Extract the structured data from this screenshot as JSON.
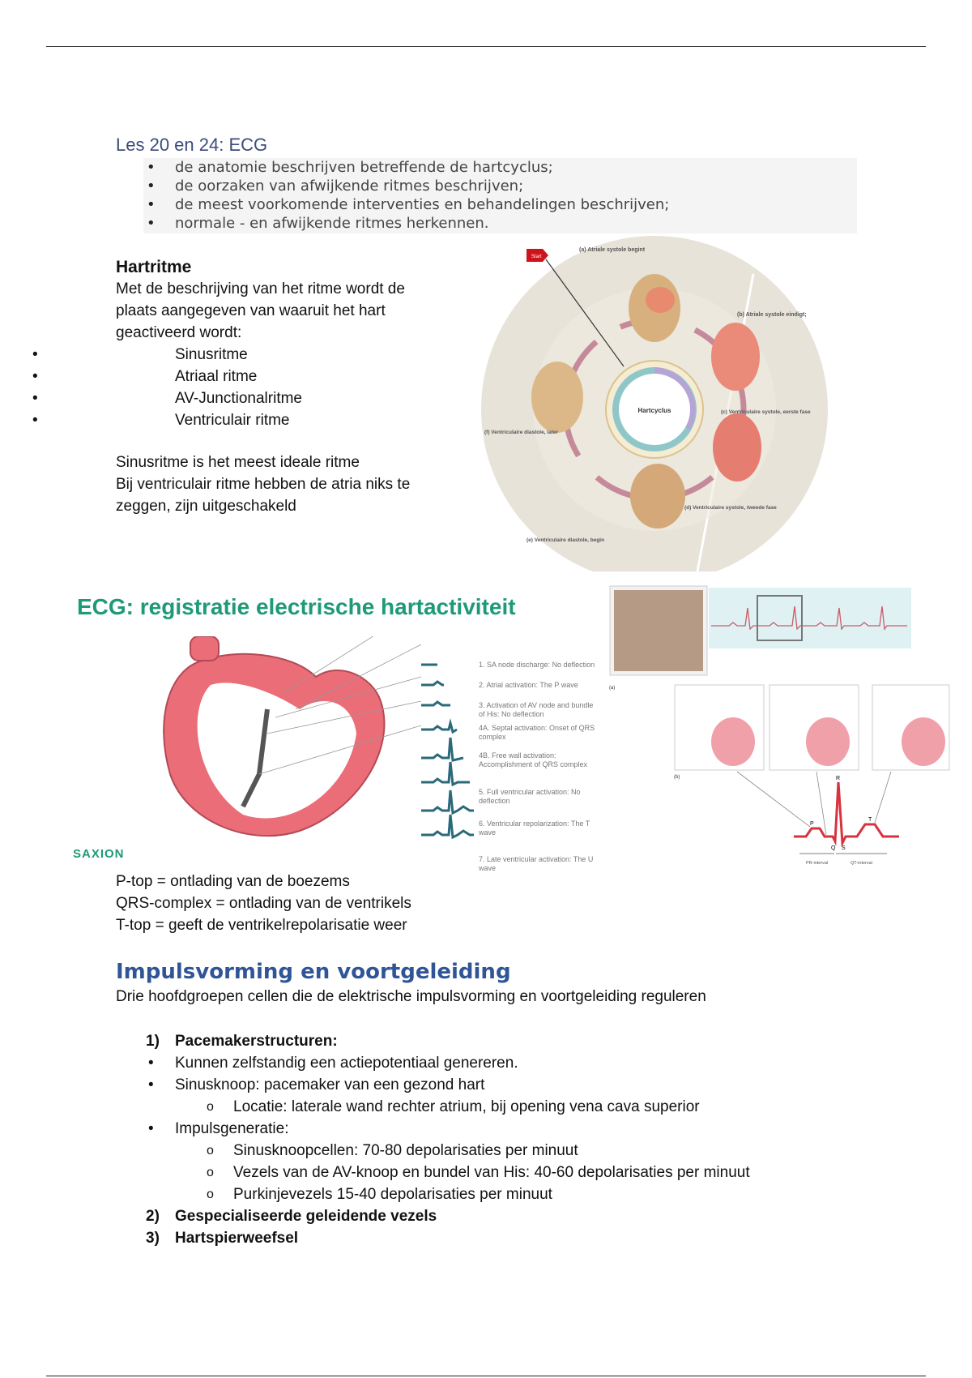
{
  "lesson": {
    "title": "Les 20 en 24: ECG",
    "goals": [
      "de anatomie beschrijven betreffende de hartcyclus;",
      "de oorzaken van afwijkende ritmes beschrijven;",
      "de meest voorkomende interventies en behandelingen beschrijven;",
      "normale - en afwijkende ritmes herkennen."
    ]
  },
  "hartritme": {
    "heading": "Hartritme",
    "intro": [
      "Met de beschrijving van het ritme wordt de",
      "plaats aangegeven van waaruit het hart",
      "geactiveerd wordt:"
    ],
    "rhythms": [
      "Sinusritme",
      "Atriaal ritme",
      "AV-Junctionalritme",
      "Ventriculair ritme"
    ],
    "notes": [
      "Sinusritme is het meest ideale ritme",
      "Bij ventriculair ritme hebben de atria niks te",
      "zeggen, zijn uitgeschakeld"
    ]
  },
  "heart_cycle_figure": {
    "start": "Start",
    "center": "Hartcyclus",
    "stages": [
      "(a) Atriale systole begint",
      "(b) Atriale systole eindigt;",
      "(c) Ventriculaire systole, eerste fase",
      "(d) Ventriculaire systole, tweede fase",
      "(e) Ventriculaire diastole, begin",
      "(f) Ventriculaire diastole, later"
    ]
  },
  "ecg": {
    "title": "ECG: registratie electrische hartactiviteit",
    "logo": "SAXION",
    "steps": [
      [
        "1. SA node discharge:",
        "No deflection"
      ],
      [
        "2. Atrial activation:",
        "The P wave"
      ],
      [
        "3. Activation of AV node and",
        "bundle of His: No deflection"
      ],
      [
        "4A. Septal activation:",
        "Onset of QRS complex"
      ],
      [
        "4B. Free wall activation:",
        "Accomplishment of QRS complex"
      ],
      [
        "5. Full ventricular activation:",
        "No deflection"
      ],
      [
        "6. Ventricular repolarization:",
        "The T wave"
      ],
      [
        "7. Late ventricular activation:",
        "The U wave"
      ]
    ],
    "waves": {
      "p": "P",
      "q": "Q",
      "r": "R",
      "s": "S",
      "t": "T",
      "pr": "PR-interval",
      "qt": "QT-interval"
    },
    "panels": {
      "a": "(a)",
      "b": "(b)"
    },
    "explanations": [
      "P-top = ontlading van de boezems",
      "QRS-complex = ontlading van de ventrikels",
      "T-top = geeft de ventrikelrepolarisatie weer"
    ]
  },
  "impuls": {
    "heading": "Impulsvorming en voortgeleiding",
    "intro": "Drie hoofdgroepen cellen die de elektrische impulsvorming en voortgeleiding reguleren",
    "group1": {
      "num": "1)",
      "label": "Pacemakerstructuren:"
    },
    "bullets1": [
      "Kunnen zelfstandig een actiepotentiaal genereren.",
      "Sinusknoop: pacemaker van een gezond hart"
    ],
    "sub1": [
      "Locatie: laterale wand rechter atrium, bij opening vena cava superior"
    ],
    "bullet2": "Impulsgeneratie:",
    "sub2": [
      "Sinusknoopcellen: 70-80 depolarisaties per minuut",
      "Vezels van de AV-knoop en bundel van His: 40-60 depolarisaties per minuut",
      "Purkinjevezels 15-40 depolarisaties per minuut"
    ],
    "group2": {
      "num": "2)",
      "label": "Gespecialiseerde geleidende vezels"
    },
    "group3": {
      "num": "3)",
      "label": "Hartspierweefsel"
    }
  }
}
